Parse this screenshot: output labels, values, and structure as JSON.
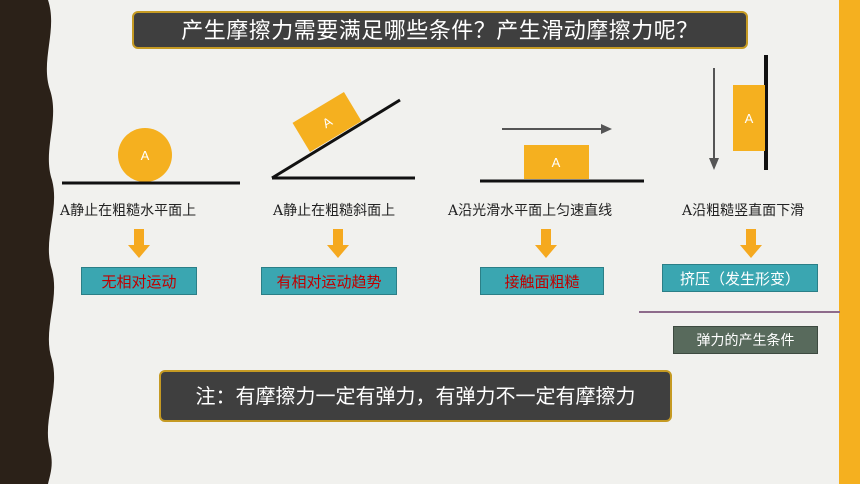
{
  "title": "产生摩擦力需要满足哪些条件？产生滑动摩擦力呢？",
  "block_label": "A",
  "scenes": [
    {
      "caption": "A静止在粗糙水平面上",
      "condition": "无相对运动"
    },
    {
      "caption": "A静止在粗糙斜面上",
      "condition": "有相对运动趋势"
    },
    {
      "caption": "A沿光滑水平面上匀速直线",
      "condition": "接触面粗糙"
    },
    {
      "caption": "A沿粗糙竖直面下滑",
      "condition": "挤压（发生形变）"
    }
  ],
  "elastic_note": "弹力的产生条件",
  "note": "注：有摩擦力一定有弹力，有弹力不一定有摩擦力",
  "colors": {
    "object": "#f5b01f",
    "condition_box": "#3aa6b1",
    "condition_text": "#c00000",
    "arrow": "#f5a91f",
    "divider": "#8e6b8b",
    "left_band": "#2b2118",
    "right_band": "#f5b01f"
  }
}
